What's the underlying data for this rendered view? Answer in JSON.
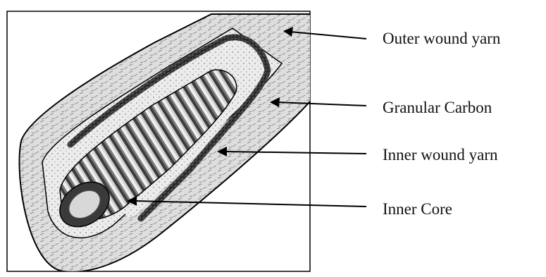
{
  "labels": {
    "outer_wound_yarn": "Outer wound yarn",
    "granular_carbon": "Granular Carbon",
    "inner_wound_yarn": "Inner wound yarn",
    "inner_core": "Inner Core"
  },
  "colors": {
    "outline": "#000000",
    "yarn_light": "#e9e9e9",
    "carbon": "#3a3a3a",
    "core_dark": "#2b2b2b"
  }
}
